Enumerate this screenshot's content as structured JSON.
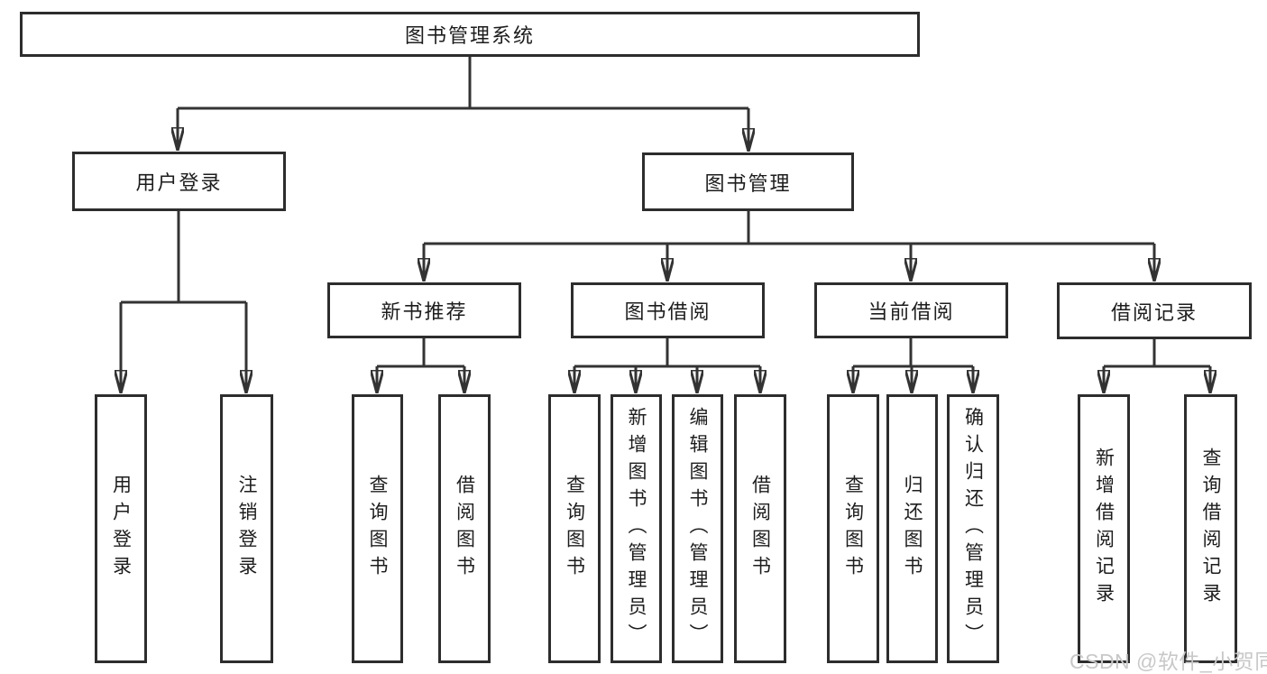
{
  "diagram_title": "图书管理系统",
  "watermark": "CSDN @软件_小贺同学",
  "colors": {
    "background": "#ffffff",
    "line": "#333333",
    "box_border": "#2d2d2d",
    "text": "#1d1d1d",
    "watermark": "#c8c8c8"
  },
  "tree": {
    "root": {
      "label": "图书管理系统"
    },
    "level2": [
      {
        "label": "用户登录",
        "children": [
          {
            "label": "用户登录"
          },
          {
            "label": "注销登录"
          }
        ]
      },
      {
        "label": "图书管理",
        "children": [
          {
            "label": "新书推荐",
            "children": [
              {
                "label": "查询图书"
              },
              {
                "label": "借阅图书"
              }
            ]
          },
          {
            "label": "图书借阅",
            "children": [
              {
                "label": "查询图书"
              },
              {
                "label": "新增图书（管理员）"
              },
              {
                "label": "编辑图书（管理员）"
              },
              {
                "label": "借阅图书"
              }
            ]
          },
          {
            "label": "当前借阅",
            "children": [
              {
                "label": "查询图书"
              },
              {
                "label": "归还图书"
              },
              {
                "label": "确认归还（管理员）"
              }
            ]
          },
          {
            "label": "借阅记录",
            "children": [
              {
                "label": "新增借阅记录"
              },
              {
                "label": "查询借阅记录"
              }
            ]
          }
        ]
      }
    ]
  }
}
